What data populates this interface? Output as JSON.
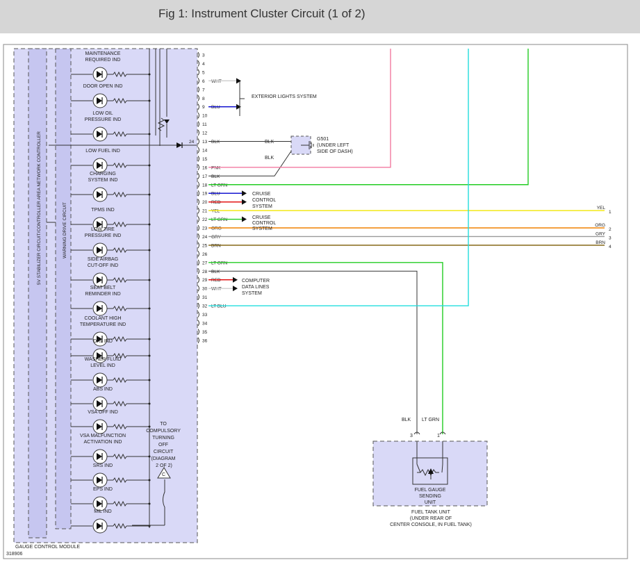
{
  "header": {
    "title": "Fig 1: Instrument Cluster Circuit (1 of 2)"
  },
  "colors": {
    "module_fill": "#d9d9f7",
    "wht": "#cccccc",
    "blu": "#0000cc",
    "red": "#e00000",
    "yel": "#f2e600",
    "ltgrn": "#22cc22",
    "org": "#f08000",
    "gry": "#999999",
    "brn": "#7a5a00",
    "pnk": "#f27aa0",
    "blk": "#333333",
    "ltblu": "#22dddd"
  },
  "module": {
    "name": "GAUGE CONTROL MODULE",
    "diagram_id": "318906",
    "can_label": "5V STABILIZER CIRCUIT/CONTROLLER AREA NETWORK CONTROLLER",
    "warning_label": "WARNING DRIVE CIRCUIT",
    "indicators": [
      "MAINTENANCE REQUIRED IND",
      "DOOR OPEN IND",
      "LOW OIL PRESSURE IND",
      "LOW FUEL IND",
      "CHARGING SYSTEM IND",
      "TPMS IND",
      "LOW TIRE PRESSURE IND",
      "SIDE AIRBAG CUT-OFF IND",
      "SEAT BELT REMINDER IND",
      "COOLANT HIGH TEMPERATURE IND",
      "DRL IND",
      "WASHER FLUID LEVEL IND",
      "ABS IND",
      "VSA OFF IND",
      "VSA MALFUNCTION ACTIVATION IND",
      "SRS IND",
      "EPS IND",
      "MIL IND"
    ],
    "pin_24": "24"
  },
  "pins": [
    {
      "num": "3",
      "color": ""
    },
    {
      "num": "4",
      "color": ""
    },
    {
      "num": "5",
      "color": ""
    },
    {
      "num": "6",
      "color": "WHT"
    },
    {
      "num": "7",
      "color": ""
    },
    {
      "num": "8",
      "color": ""
    },
    {
      "num": "9",
      "color": "BLU"
    },
    {
      "num": "10",
      "color": ""
    },
    {
      "num": "11",
      "color": ""
    },
    {
      "num": "12",
      "color": ""
    },
    {
      "num": "13",
      "color": "BLK"
    },
    {
      "num": "14",
      "color": ""
    },
    {
      "num": "15",
      "color": ""
    },
    {
      "num": "16",
      "color": "PNK"
    },
    {
      "num": "17",
      "color": "BLK"
    },
    {
      "num": "18",
      "color": "LT GRN"
    },
    {
      "num": "19",
      "color": "BLU"
    },
    {
      "num": "20",
      "color": "RED"
    },
    {
      "num": "21",
      "color": "YEL"
    },
    {
      "num": "22",
      "color": "LT GRN"
    },
    {
      "num": "23",
      "color": "ORG"
    },
    {
      "num": "24",
      "color": "GRY"
    },
    {
      "num": "25",
      "color": "BRN"
    },
    {
      "num": "26",
      "color": ""
    },
    {
      "num": "27",
      "color": "LT GRN"
    },
    {
      "num": "28",
      "color": "BLK"
    },
    {
      "num": "29",
      "color": "RED"
    },
    {
      "num": "30",
      "color": "WHT"
    },
    {
      "num": "31",
      "color": ""
    },
    {
      "num": "32",
      "color": "LT BLU"
    },
    {
      "num": "33",
      "color": ""
    },
    {
      "num": "34",
      "color": ""
    },
    {
      "num": "35",
      "color": ""
    },
    {
      "num": "36",
      "color": ""
    }
  ],
  "labels": {
    "exterior_lights": "EXTERIOR LIGHTS SYSTEM",
    "cruise_control_1": "CRUISE CONTROL SYSTEM",
    "cruise_control_2": "CRUISE CONTROL SYSTEM",
    "computer_data": "COMPUTER DATA LINES SYSTEM",
    "ground_name": "G501",
    "ground_loc": "(UNDER LEFT SIDE OF DASH)",
    "blk_a": "BLK",
    "blk_b": "BLK",
    "compulsory": "TO COMPULSORY TURNING OFF CIRCUIT (DIAGRAM 2 OF 2)",
    "connector_c": "C"
  },
  "right_edge": [
    {
      "wire": "YEL",
      "num": "1"
    },
    {
      "wire": "ORG",
      "num": "2"
    },
    {
      "wire": "GRY",
      "num": "3"
    },
    {
      "wire": "BRN",
      "num": "4"
    }
  ],
  "fuel_tank": {
    "wire_left": "BLK",
    "wire_right": "LT GRN",
    "pin_left": "3",
    "pin_right": "1",
    "sender": "FUEL GAUGE SENDING UNIT",
    "unit": "FUEL TANK UNIT",
    "location": "(UNDER REAR OF CENTER CONSOLE, IN FUEL TANK)"
  }
}
